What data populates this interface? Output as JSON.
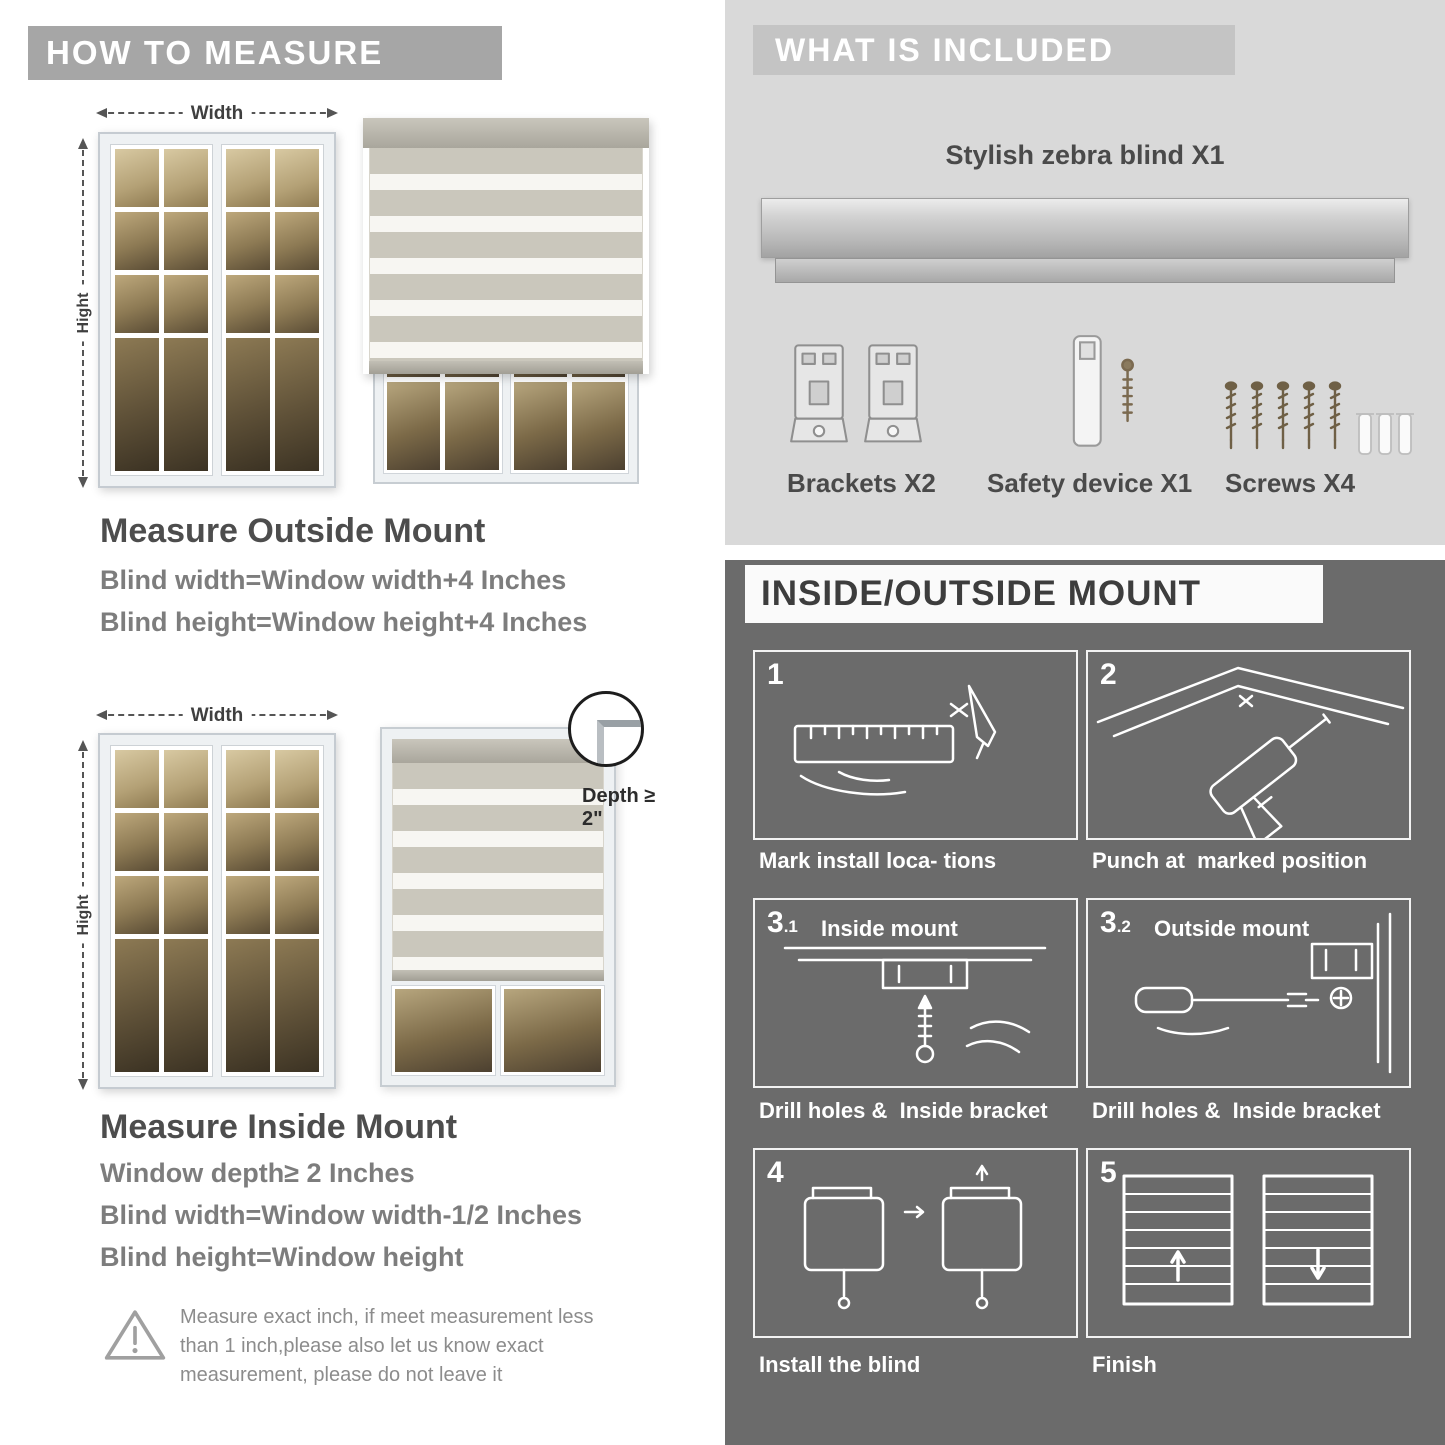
{
  "colors": {
    "banner_gray": "#a6a6a6",
    "included_band": "#c4c4c4",
    "included_bg": "#d9d9d9",
    "dark_bg": "#6b6b6b",
    "heading_text": "#4d4d4d",
    "body_text": "#7d7d7d"
  },
  "left": {
    "header": "HOW TO MEASURE",
    "fig_outside": {
      "width_label": "Width",
      "height_label": "Hight"
    },
    "outside": {
      "title": "Measure Outside Mount",
      "line1": "Blind width=Window width+4 Inches",
      "line2": "Blind height=Window height+4 Inches"
    },
    "fig_inside": {
      "width_label": "Width",
      "height_label": "Hight",
      "depth_label": "Depth ≥ 2\""
    },
    "inside": {
      "title": "Measure Inside Mount",
      "line1": "Window depth≥ 2 Inches",
      "line2": "Blind width=Window width-1/2 Inches",
      "line3": "Blind height=Window height"
    },
    "warning": {
      "line1": "Measure exact inch, if meet measurement less",
      "line2": "than 1 inch,please also let us know exact",
      "line3": "measurement, please do not leave it"
    }
  },
  "right": {
    "included": {
      "header": "WHAT IS INCLUDED",
      "blind_label": "Stylish zebra blind X1",
      "items": [
        {
          "label": "Brackets X2"
        },
        {
          "label": "Safety device X1"
        },
        {
          "label": "Screws X4"
        }
      ]
    },
    "mount": {
      "header": "INSIDE/OUTSIDE MOUNT",
      "steps": [
        {
          "num": "1",
          "sub": "",
          "title": "",
          "caption": "Mark install loca- tions"
        },
        {
          "num": "2",
          "sub": "",
          "title": "",
          "caption": "Punch at  marked position"
        },
        {
          "num": "3",
          "sub": ".1",
          "title": "Inside mount",
          "caption": "Drill holes &  Inside bracket"
        },
        {
          "num": "3",
          "sub": ".2",
          "title": "Outside mount",
          "caption": "Drill holes &  Inside bracket"
        },
        {
          "num": "4",
          "sub": "",
          "title": "",
          "caption": "Install the blind"
        },
        {
          "num": "5",
          "sub": "",
          "title": "",
          "caption": "Finish"
        }
      ]
    }
  }
}
